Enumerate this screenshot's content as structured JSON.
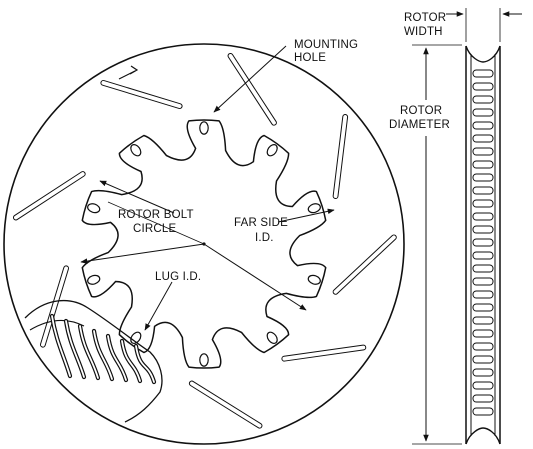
{
  "labels": {
    "mounting_hole": [
      "MOUNTING",
      "HOLE"
    ],
    "rotor_width": [
      "ROTOR",
      "WIDTH"
    ],
    "rotor_diameter": [
      "ROTOR",
      "DIAMETER"
    ],
    "rotor_bolt_circle": [
      "ROTOR BOLT",
      "CIRCLE"
    ],
    "far_side_id": [
      "FAR SIDE",
      "I.D."
    ],
    "lug_id": "LUG I.D."
  },
  "colors": {
    "line": "#111111",
    "background": "#ffffff"
  },
  "icons": {
    "rotation_arrow": "rotation-direction-arrow-icon"
  }
}
